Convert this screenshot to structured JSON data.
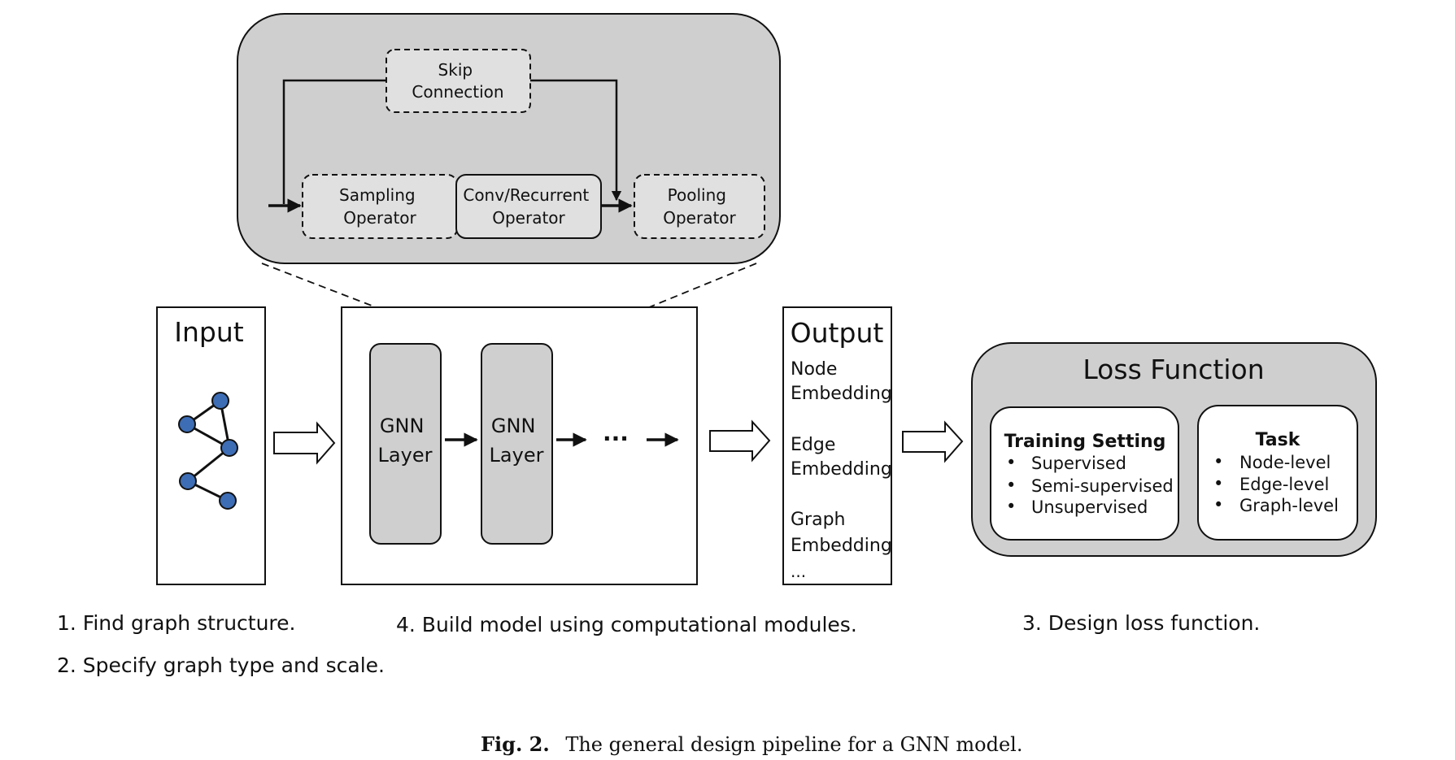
{
  "top_module": {
    "skip_connection": [
      "Skip",
      "Connection"
    ],
    "sampling_operator": [
      "Sampling",
      "Operator"
    ],
    "conv_operator": [
      "Conv/Recurrent",
      "Operator"
    ],
    "pooling_operator": [
      "Pooling",
      "Operator"
    ]
  },
  "input": {
    "title": "Input"
  },
  "model": {
    "layer1": [
      "GNN",
      "Layer"
    ],
    "layer2": [
      "GNN",
      "Layer"
    ],
    "ellipsis": "···"
  },
  "output": {
    "title": "Output",
    "items": [
      [
        "Node",
        "Embedding"
      ],
      [
        "Edge",
        "Embedding"
      ],
      [
        "Graph",
        "Embedding"
      ]
    ],
    "more": "..."
  },
  "loss": {
    "title": "Loss Function",
    "training": {
      "title": "Training Setting",
      "items": [
        "Supervised",
        "Semi-supervised",
        "Unsupervised"
      ]
    },
    "task": {
      "title": "Task",
      "items": [
        "Node-level",
        "Edge-level",
        "Graph-level"
      ]
    }
  },
  "steps": {
    "s1": "1. Find graph structure.",
    "s2": "2. Specify graph type and scale.",
    "s3": "3. Design loss function.",
    "s4": "4. Build model using computational modules."
  },
  "caption": {
    "label": "Fig. 2.",
    "text": "The general design pipeline for a GNN model."
  },
  "colors": {
    "panel_gray": "#d0cfcf",
    "box_gray": "#e1e0e0",
    "node_blue": "#3d6db5",
    "stroke": "#111111"
  }
}
